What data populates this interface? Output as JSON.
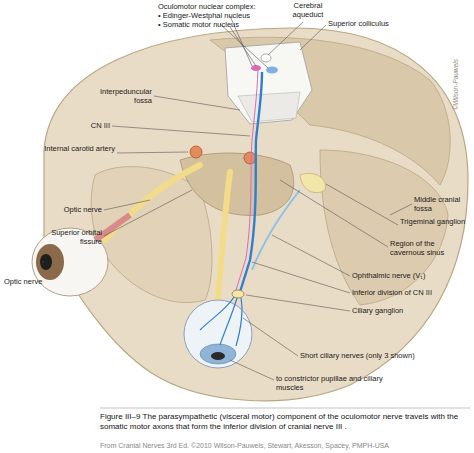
{
  "diagram": {
    "caption": "Figure III–9 The parasympathetic (visceral motor) component of the oculomotor nerve travels with the somatic motor axons that form the inferior division of cranial nerve III .",
    "labels": [
      "Oculomotor nuclear complex:",
      "• Edinger-Westphal nucleus",
      "• Somatic motor nucleus",
      "Cerebral aqueduct",
      "Superior colliculus",
      "Interpeduncular fossa",
      "CN III",
      "Internal carotid artery",
      "Optic nerve",
      "Superior orbital fissure",
      "Optic nerve",
      "Middle cranial fossa",
      "Trigeminal ganglion",
      "Region of the cavernous sinus",
      "Ophthalmic nerve (V₁)",
      "Inferior division of CN III",
      "Ciliary ganglion",
      "Short ciliary nerves (only 3 shown)",
      "to constrictor pupillae and ciliary muscles",
      "©Wilson-Pauwels",
      "From Cranial Nerves 3rd Ed. ©2010 Wilson-Pauwels, Stewart, Akesson, Spacey, PMPH-USA"
    ]
  }
}
